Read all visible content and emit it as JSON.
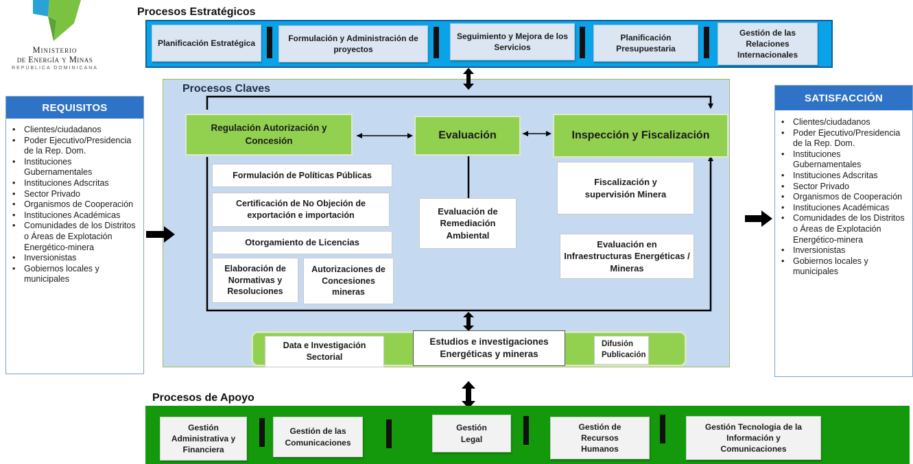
{
  "logo": {
    "line1": "Ministerio",
    "line2": "de Energía y Minas",
    "line3": "República Dominicana",
    "icon": "ministry-logo-icon",
    "colors": [
      "#2aa2d8",
      "#7cc242"
    ]
  },
  "estrategicos": {
    "title": "Procesos Estratégicos",
    "items": [
      "Planificación Estratégica",
      "Formulación y Administración de  proyectos",
      "Seguimiento y Mejora de los Servicios",
      "Planificación Presupuestaria",
      "Gestión de las Relaciones Internacionales"
    ],
    "color": "#0ba3e8"
  },
  "claves": {
    "title": "Procesos Claves",
    "color": "#c5d9f1",
    "regulacion": {
      "title": "Regulación Autorización y Concesión",
      "items": [
        "Formulación de Políticas Públicas",
        "Certificación de No Objeción de exportación e importación",
        "Otorgamiento de Licencias",
        "Elaboración de Normativas y Resoluciones",
        "Autorizaciones de Concesiones mineras"
      ]
    },
    "evaluacion": {
      "title": "Evaluación",
      "items": [
        "Evaluación de Remediación Ambiental"
      ]
    },
    "inspeccion": {
      "title": "Inspección y Fiscalización",
      "items": [
        "Fiscalización y supervisión Minera",
        "Evaluación en Infraestructuras Energéticas / Mineras"
      ]
    },
    "investigacion": {
      "items": [
        "Data e Investigación Sectorial",
        "Estudios e investigaciones Energéticas y mineras",
        "Difusión Publicación"
      ],
      "color": "#92d050"
    }
  },
  "requisitos": {
    "title": "REQUISITOS",
    "items": [
      "Clientes/ciudadanos",
      "Poder Ejecutivo/Presidencia de la Rep. Dom.",
      "Instituciones Gubernamentales",
      "Instituciones Adscritas",
      "Sector Privado",
      "Organismos de Cooperación",
      "Instituciones Académicas",
      "Comunidades de los Distritos o Áreas de Explotación Energético-minera",
      "Inversionistas",
      "Gobiernos locales y municipales"
    ]
  },
  "satisfaccion": {
    "title": "SATISFACCIÓN",
    "items": [
      "Clientes/ciudadanos",
      "Poder Ejecutivo/Presidencia de la Rep. Dom.",
      "Instituciones Gubernamentales",
      "Instituciones Adscritas",
      "Sector Privado",
      "Organismos de Cooperación",
      "Instituciones Académicas",
      "Comunidades de los Distritos o Áreas de Explotación Energético-minera",
      "Inversionistas",
      "Gobiernos locales y municipales"
    ]
  },
  "apoyo": {
    "title": "Procesos de Apoyo",
    "items": [
      "Gestión Administrativa y Financiera",
      "Gestión de las Comunicaciones",
      "Gestión Legal",
      "Gestión de Recursos Humanos",
      "Gestión Tecnologia de la Información y Comunicaciones"
    ],
    "color": "#13990b"
  }
}
